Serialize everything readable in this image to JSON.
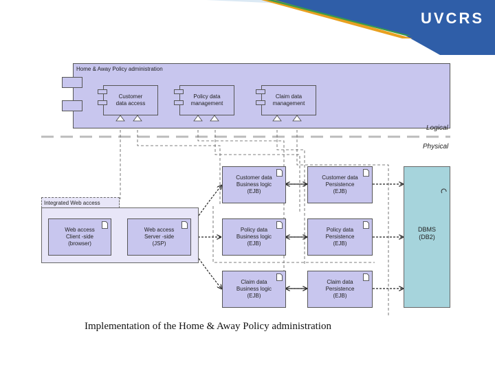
{
  "brand": {
    "logo_text": "UVCRS",
    "primary_color": "#2f5ea8",
    "accent_color": "#dbe9f4"
  },
  "diagram": {
    "logical_group": {
      "title": "Home & Away Policy administration",
      "components": [
        {
          "label_line1": "Customer",
          "label_line2": "data access"
        },
        {
          "label_line1": "Policy data",
          "label_line2": "management"
        },
        {
          "label_line1": "Claim data",
          "label_line2": "management"
        }
      ]
    },
    "layers": {
      "logical": "Logical",
      "physical": "Physical"
    },
    "web_group": {
      "title": "Integrated Web access",
      "client": {
        "line1": "Web access",
        "line2": "Client -side",
        "line3": "(browser)"
      },
      "server": {
        "line1": "Web access",
        "line2": "Server -side",
        "line3": "(JSP)"
      }
    },
    "business_logic": [
      {
        "line1": "Customer data",
        "line2": "Business logic",
        "line3": "(EJB)"
      },
      {
        "line1": "Policy data",
        "line2": "Business logic",
        "line3": "(EJB)"
      },
      {
        "line1": "Claim data",
        "line2": "Business logic",
        "line3": "(EJB)"
      }
    ],
    "persistence": [
      {
        "line1": "Customer data",
        "line2": "Persistence",
        "line3": "(EJB)"
      },
      {
        "line1": "Policy data",
        "line2": "Persistence",
        "line3": "(EJB)"
      },
      {
        "line1": "Claim data",
        "line2": "Persistence",
        "line3": "(EJB)"
      }
    ],
    "dbms": {
      "line1": "DBMS",
      "line2": "(DB2)"
    }
  },
  "caption": "Implementation of the Home & Away Policy administration"
}
